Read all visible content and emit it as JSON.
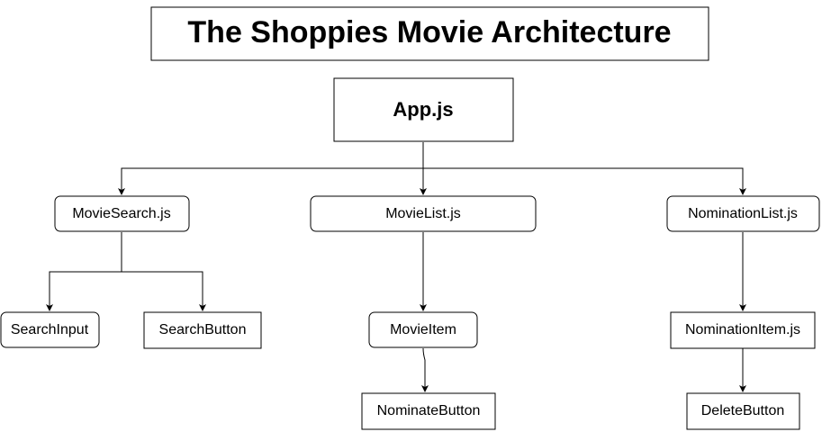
{
  "diagram": {
    "title": "The Shoppies Movie Architecture",
    "nodes": {
      "app": "App.js",
      "movie_search": "MovieSearch.js",
      "movie_list": "MovieList.js",
      "nomination_list": "NominationList.js",
      "search_input": "SearchInput",
      "search_button": "SearchButton",
      "movie_item": "MovieItem",
      "nominate_button": "NominateButton",
      "nomination_item": "NominationItem.js",
      "delete_button": "DeleteButton"
    },
    "edges": [
      {
        "from": "app",
        "to": "movie_search"
      },
      {
        "from": "app",
        "to": "movie_list"
      },
      {
        "from": "app",
        "to": "nomination_list"
      },
      {
        "from": "movie_search",
        "to": "search_input"
      },
      {
        "from": "movie_search",
        "to": "search_button"
      },
      {
        "from": "movie_list",
        "to": "movie_item"
      },
      {
        "from": "movie_item",
        "to": "nominate_button"
      },
      {
        "from": "nomination_list",
        "to": "nomination_item"
      },
      {
        "from": "nomination_item",
        "to": "delete_button"
      }
    ]
  }
}
